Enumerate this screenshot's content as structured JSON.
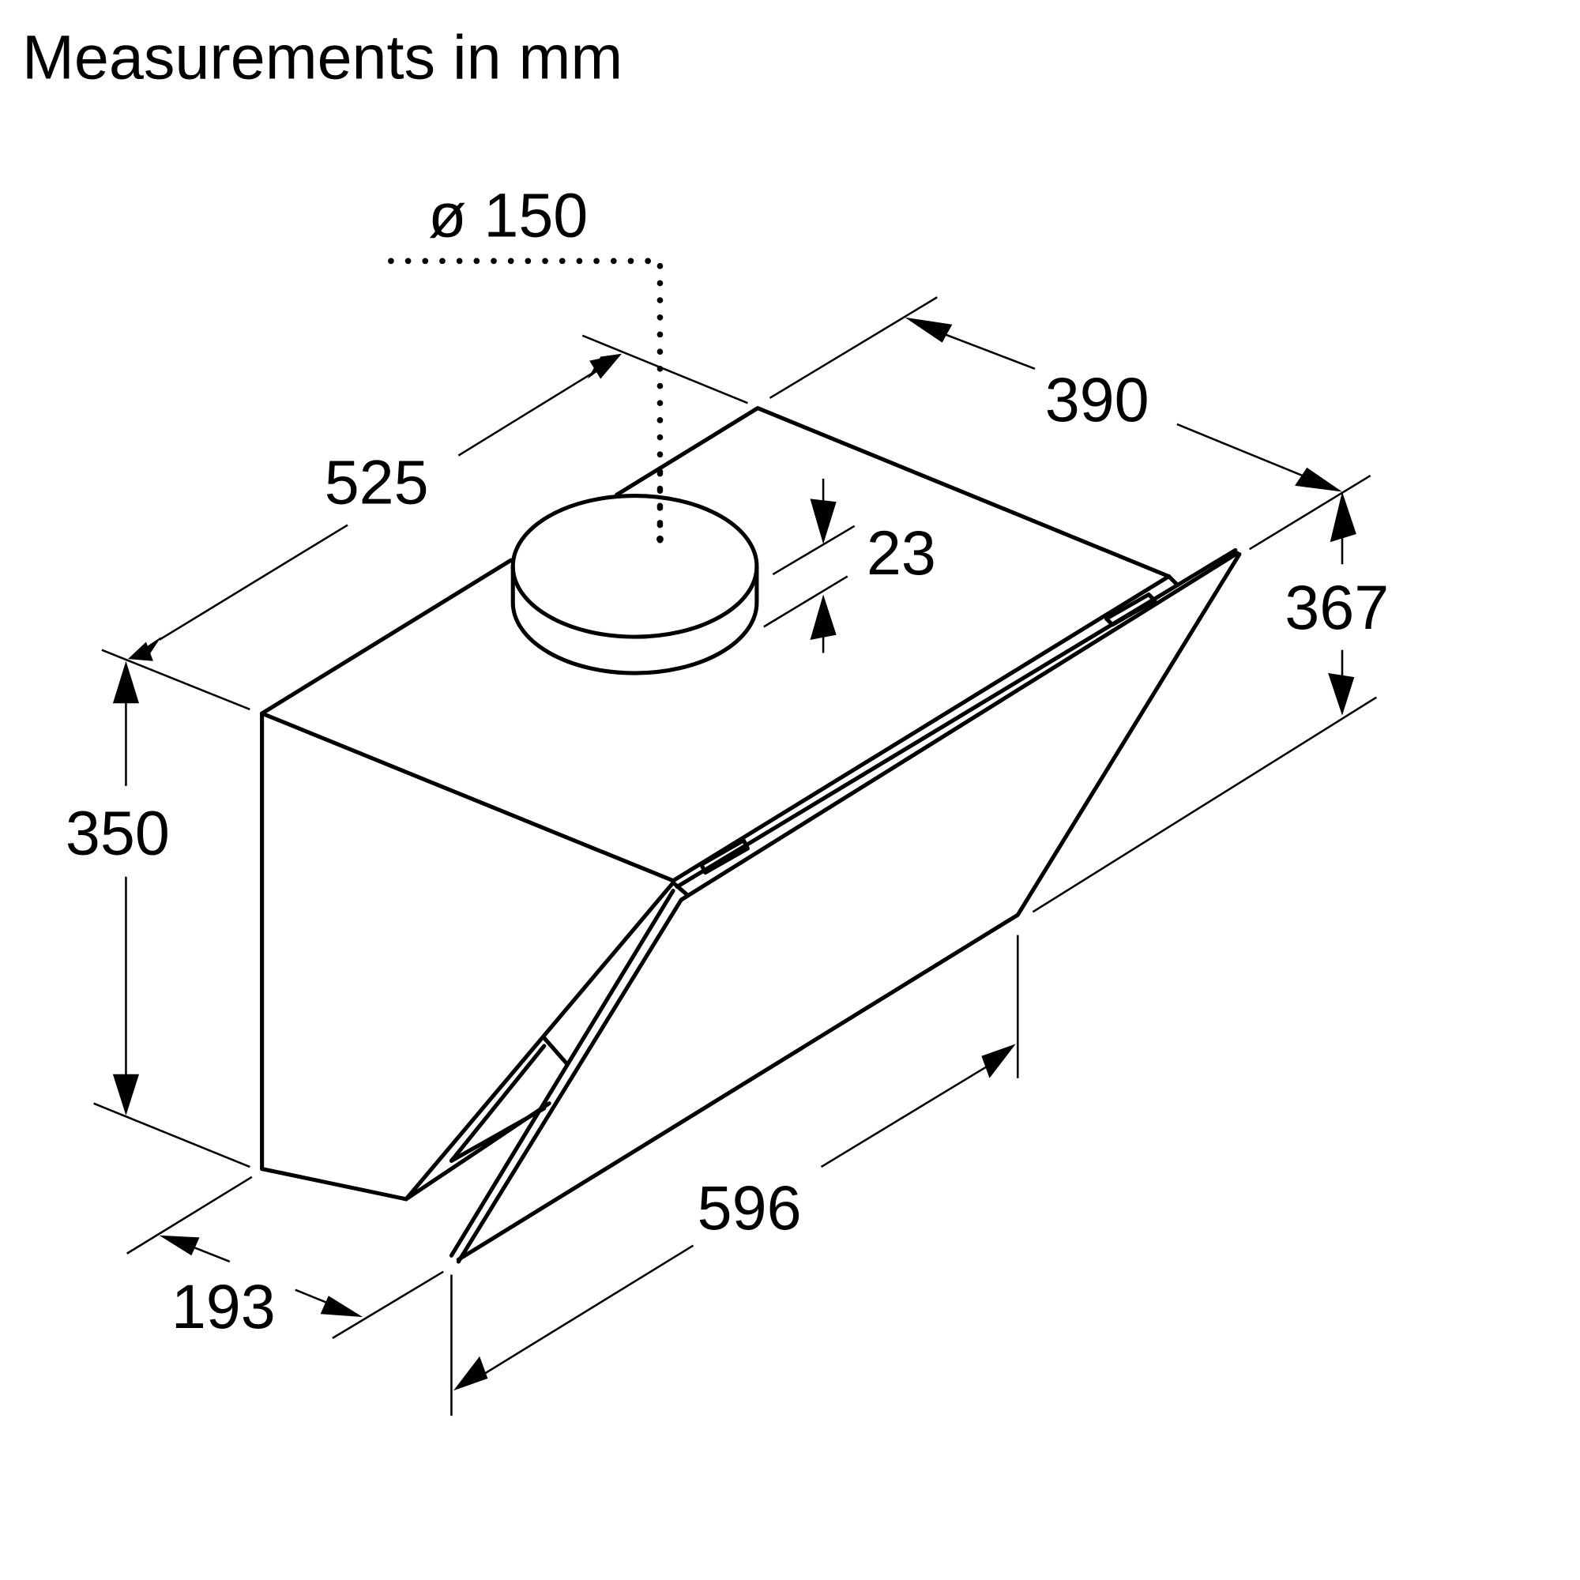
{
  "title": "Measurements in mm",
  "colors": {
    "line": "#000000",
    "background": "#ffffff"
  },
  "dimensions": {
    "duct_diameter": "ø 150",
    "depth_top": "525",
    "width_back": "390",
    "collar_height": "23",
    "front_height": "367",
    "body_height": "350",
    "bottom_depth": "193",
    "width_front": "596"
  }
}
